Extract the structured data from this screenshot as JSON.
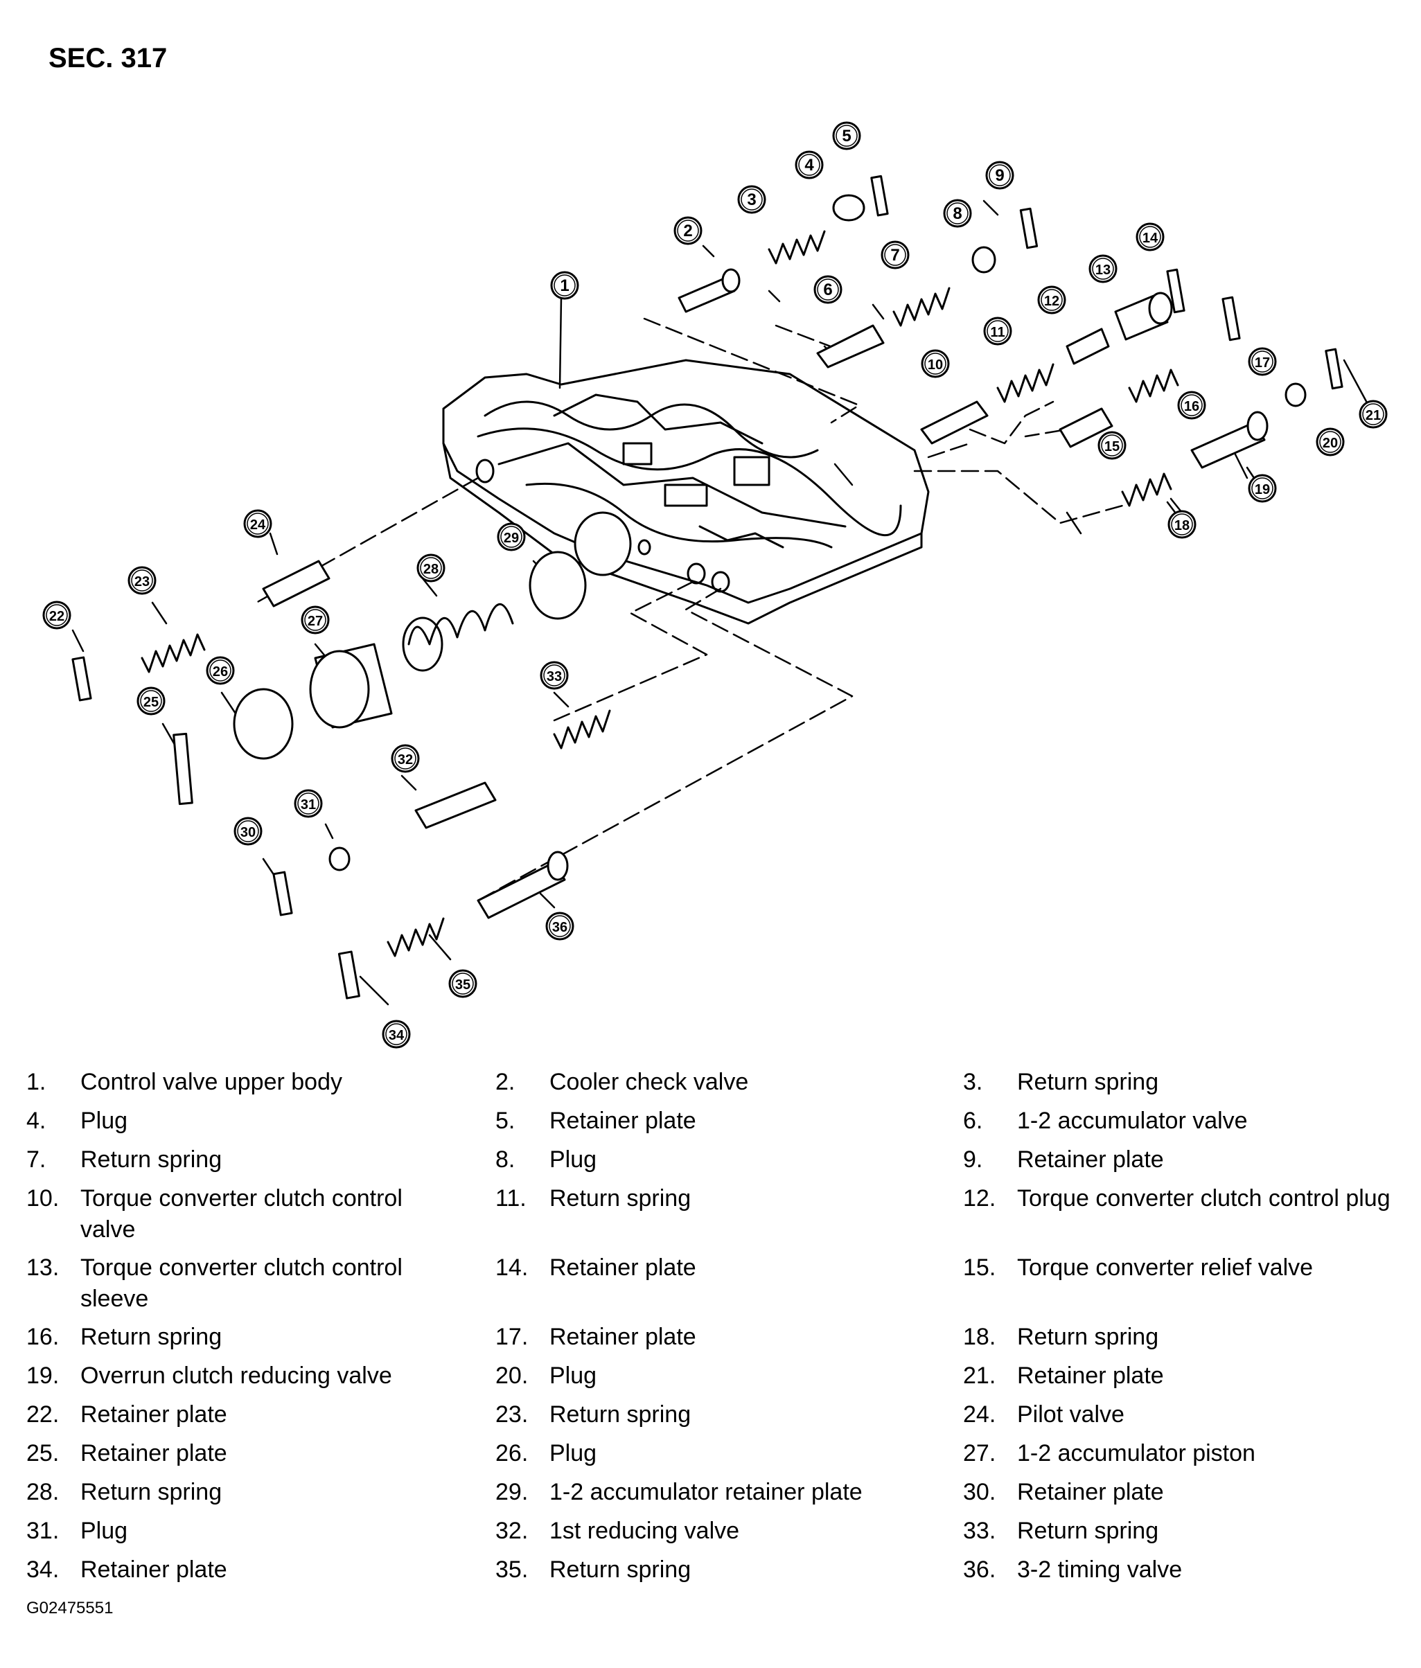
{
  "section_title": "SEC. 317",
  "figure_code": "G02475551",
  "callout_numbers": [
    "1",
    "2",
    "3",
    "4",
    "5",
    "6",
    "7",
    "8",
    "9",
    "10",
    "11",
    "12",
    "13",
    "14",
    "15",
    "16",
    "17",
    "18",
    "19",
    "20",
    "21",
    "22",
    "23",
    "24",
    "25",
    "26",
    "27",
    "28",
    "29",
    "30",
    "31",
    "32",
    "33",
    "34",
    "35",
    "36"
  ],
  "legend": [
    {
      "num": "1.",
      "text": "Control valve upper body"
    },
    {
      "num": "2.",
      "text": "Cooler check valve"
    },
    {
      "num": "3.",
      "text": "Return spring"
    },
    {
      "num": "4.",
      "text": "Plug"
    },
    {
      "num": "5.",
      "text": "Retainer plate"
    },
    {
      "num": "6.",
      "text": "1-2 accumulator valve"
    },
    {
      "num": "7.",
      "text": "Return spring"
    },
    {
      "num": "8.",
      "text": "Plug"
    },
    {
      "num": "9.",
      "text": "Retainer plate"
    },
    {
      "num": "10.",
      "text": "Torque converter clutch control valve"
    },
    {
      "num": "11.",
      "text": "Return spring"
    },
    {
      "num": "12.",
      "text": "Torque converter clutch control plug"
    },
    {
      "num": "13.",
      "text": "Torque converter clutch control sleeve"
    },
    {
      "num": "14.",
      "text": "Retainer plate"
    },
    {
      "num": "15.",
      "text": "Torque converter relief valve"
    },
    {
      "num": "16.",
      "text": "Return spring"
    },
    {
      "num": "17.",
      "text": "Retainer plate"
    },
    {
      "num": "18.",
      "text": "Return spring"
    },
    {
      "num": "19.",
      "text": "Overrun clutch reducing valve"
    },
    {
      "num": "20.",
      "text": "Plug"
    },
    {
      "num": "21.",
      "text": "Retainer plate"
    },
    {
      "num": "22.",
      "text": "Retainer plate"
    },
    {
      "num": "23.",
      "text": "Return spring"
    },
    {
      "num": "24.",
      "text": "Pilot valve"
    },
    {
      "num": "25.",
      "text": "Retainer plate"
    },
    {
      "num": "26.",
      "text": "Plug"
    },
    {
      "num": "27.",
      "text": "1-2 accumulator piston"
    },
    {
      "num": "28.",
      "text": "Return spring"
    },
    {
      "num": "29.",
      "text": "1-2 accumulator retainer plate"
    },
    {
      "num": "30.",
      "text": "Retainer plate"
    },
    {
      "num": "31.",
      "text": "Plug"
    },
    {
      "num": "32.",
      "text": "1st reducing valve"
    },
    {
      "num": "33.",
      "text": "Return spring"
    },
    {
      "num": "34.",
      "text": "Retainer plate"
    },
    {
      "num": "35.",
      "text": "Return spring"
    },
    {
      "num": "36.",
      "text": "3-2 timing valve"
    }
  ]
}
